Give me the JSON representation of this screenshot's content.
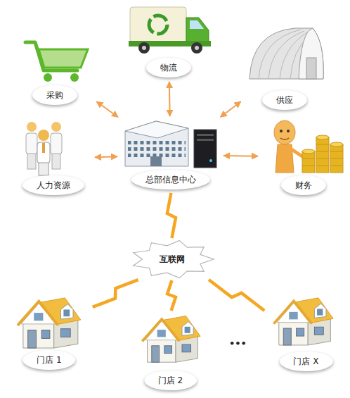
{
  "diagram": {
    "nodes": [
      {
        "text": [
          "物流"
        ]
      },
      {
        "text": [
          "采购"
        ]
      },
      {
        "text": [
          "供应"
        ]
      },
      {
        "text": [
          "人力资源"
        ]
      },
      {
        "text": [
          "总部信息中心"
        ]
      },
      {
        "text": [
          "财务"
        ]
      },
      {
        "text": [
          "互联网"
        ]
      },
      {
        "text": [
          "门店 1"
        ]
      },
      {
        "text": [
          "门店 2"
        ]
      },
      {
        "text": [
          "门店 X"
        ]
      }
    ],
    "edges": [
      {
        "from": 0,
        "to": 4,
        "arrow": "both"
      },
      {
        "from": 1,
        "to": 4,
        "arrow": "both"
      },
      {
        "from": 2,
        "to": 4,
        "arrow": "both"
      },
      {
        "from": 3,
        "to": 4,
        "arrow": "both"
      },
      {
        "from": 5,
        "to": 4,
        "arrow": "both"
      },
      {
        "from": 4,
        "to": 6,
        "arrow": "none"
      },
      {
        "from": 6,
        "to": 7,
        "arrow": "none"
      },
      {
        "from": 6,
        "to": 8,
        "arrow": "none"
      },
      {
        "from": 6,
        "to": 9,
        "arrow": "none"
      }
    ],
    "labels": [
      "•••"
    ]
  }
}
